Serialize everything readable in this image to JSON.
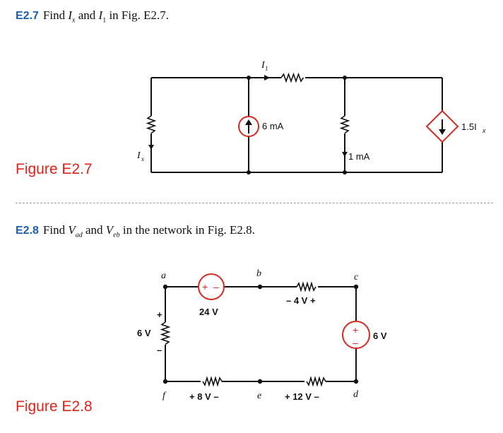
{
  "problem_e27": {
    "number": "E2.7",
    "text_prefix": "Find ",
    "var1": "I",
    "var1_sub": "x",
    "mid": " and ",
    "var2": "I",
    "var2_sub": "1",
    "suffix": " in Fig. E2.7."
  },
  "figure_e27": {
    "label": "Figure E2.7",
    "i1_label": "I",
    "i1_sub": "1",
    "source_6ma": "6 mA",
    "source_1ma": "1 mA",
    "dep_source": "1.5I",
    "dep_source_sub": "x",
    "ix_label": "I",
    "ix_sub": "x"
  },
  "problem_e28": {
    "number": "E2.8",
    "text_prefix": "Find ",
    "var1": "V",
    "var1_sub": "ad",
    "mid": " and ",
    "var2": "V",
    "var2_sub": "eb",
    "suffix": " in the network in Fig. E2.8."
  },
  "figure_e28": {
    "label": "Figure E2.8",
    "nodes": {
      "a": "a",
      "b": "b",
      "c": "c",
      "d": "d",
      "e": "e",
      "f": "f"
    },
    "v24": "24 V",
    "v4": "– 4 V +",
    "v6_right": "6 V",
    "v6_left": "6 V",
    "v8": "+ 8 V –",
    "v12": "+ 12 V –"
  },
  "colors": {
    "accent_blue": "#1a5fb4",
    "figure_red": "#e0241b",
    "source_red": "#d42b22"
  }
}
